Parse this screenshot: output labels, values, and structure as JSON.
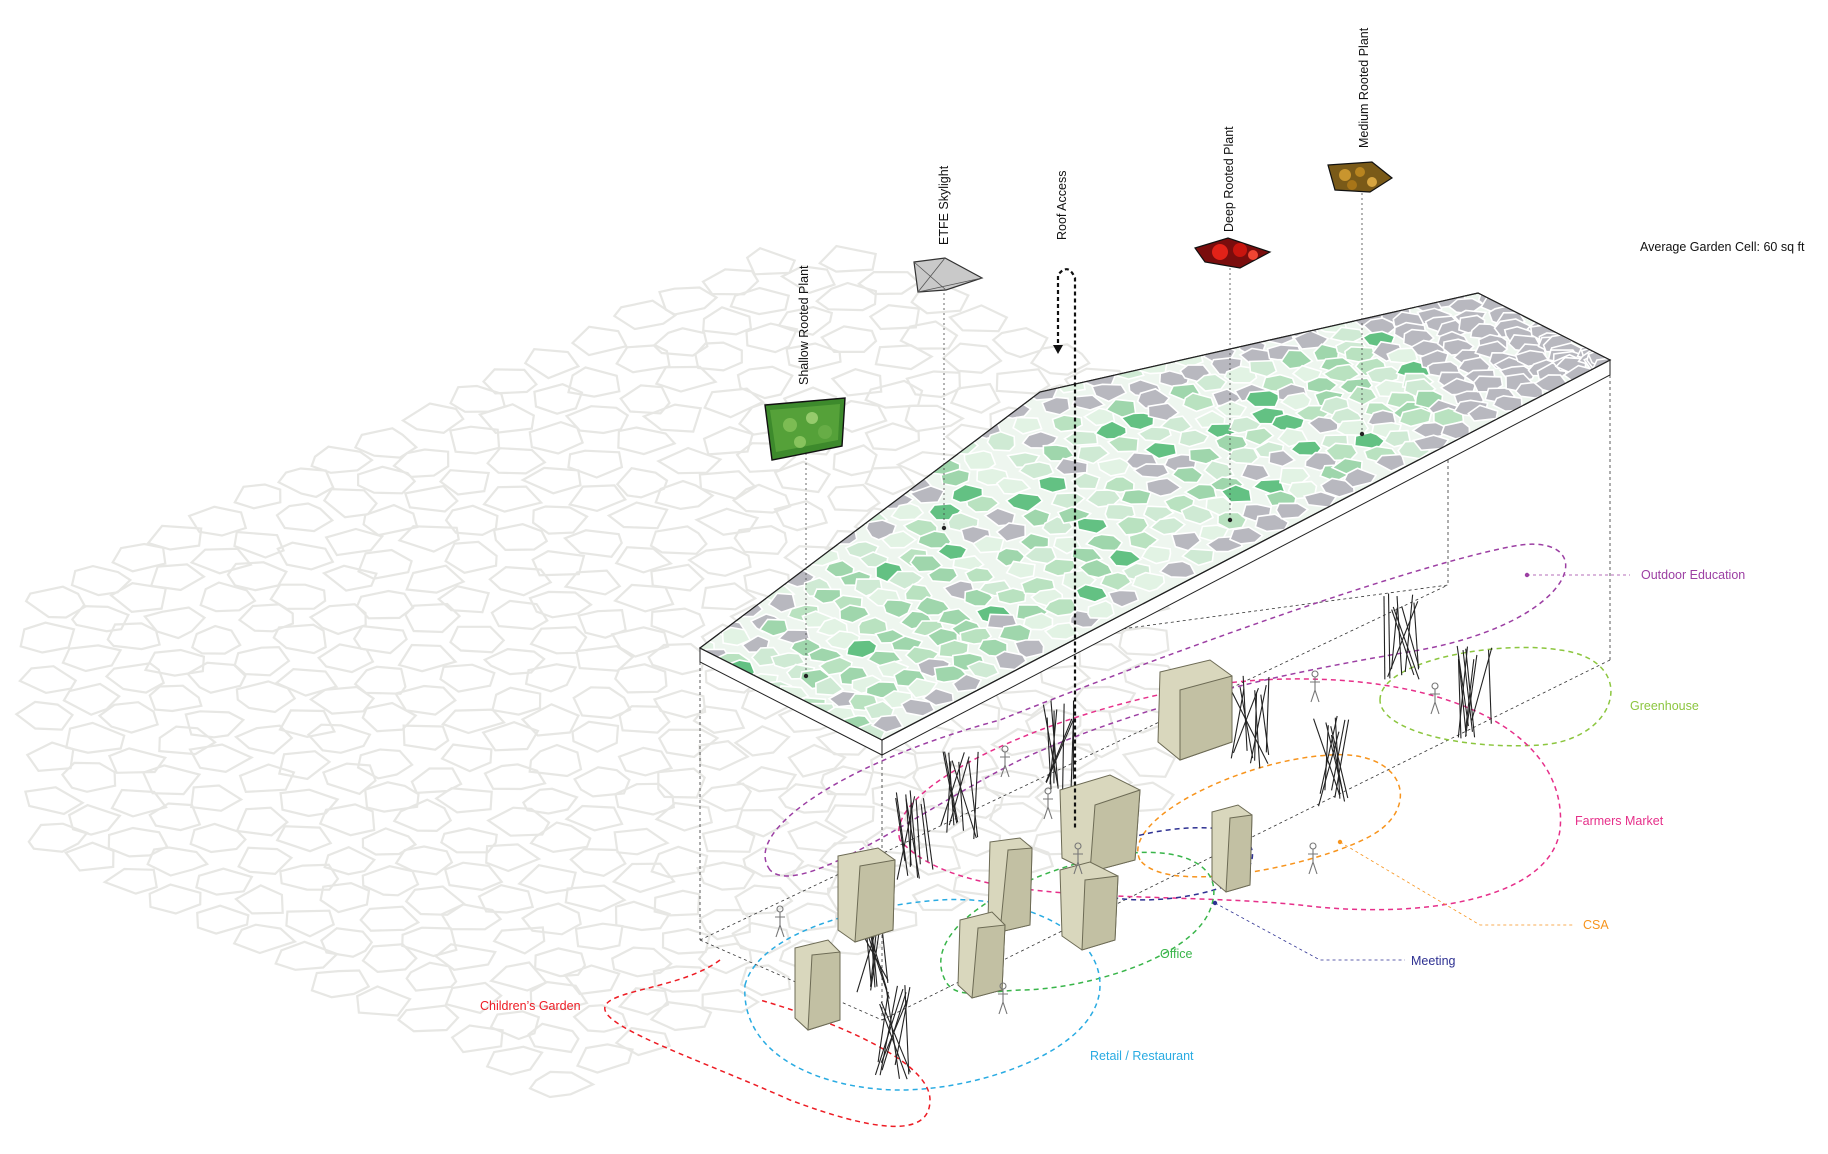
{
  "annotations": {
    "average_cell": "Average Garden Cell: 60 sq ft"
  },
  "roof_labels": [
    {
      "id": "shallow",
      "text": "Shallow Rooted Plant"
    },
    {
      "id": "etfe",
      "text": "ETFE Skylight"
    },
    {
      "id": "access",
      "text": "Roof Access"
    },
    {
      "id": "deep",
      "text": "Deep Rooted Plant"
    },
    {
      "id": "medium",
      "text": "Medium Rooted Plant"
    }
  ],
  "program_labels": [
    {
      "id": "outdoor-education",
      "text": "Outdoor Education",
      "color": "#9c3fa3"
    },
    {
      "id": "greenhouse",
      "text": "Greenhouse",
      "color": "#8cc63f"
    },
    {
      "id": "farmers-market",
      "text": "Farmers Market",
      "color": "#e6308a"
    },
    {
      "id": "csa",
      "text": "CSA",
      "color": "#f7941d"
    },
    {
      "id": "meeting",
      "text": "Meeting",
      "color": "#2e3192"
    },
    {
      "id": "office",
      "text": "Office",
      "color": "#39b54a"
    },
    {
      "id": "retail-restaurant",
      "text": "Retail / Restaurant",
      "color": "#29abe2"
    },
    {
      "id": "childrens-garden",
      "text": "Children’s Garden",
      "color": "#ed1c24"
    }
  ],
  "colors": {
    "cell_grey": "#b8b8bf",
    "cell_green_light": "#e2f3e4",
    "cell_green_mid": "#b9e2c0",
    "cell_green_dark": "#63c183",
    "column_fill": "#d9d7bd",
    "background_cells": "#e7e7e4"
  }
}
